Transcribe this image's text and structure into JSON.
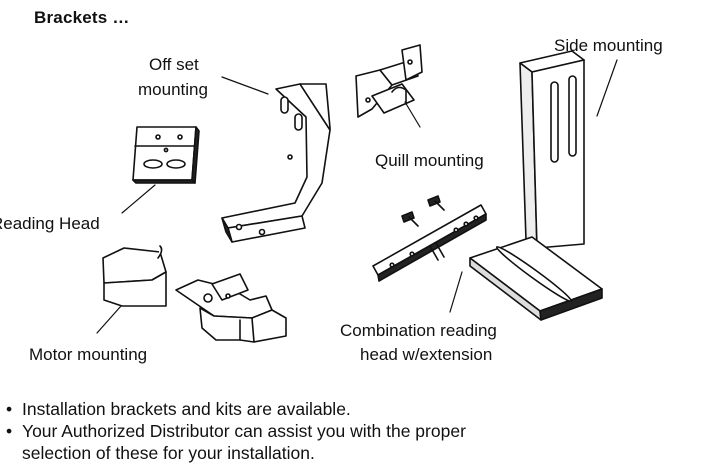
{
  "title": "Brackets …",
  "labels": {
    "offset_line1": "Off set",
    "offset_line2": "mounting",
    "side": "Side mounting",
    "quill": "Quill mounting",
    "reading_head": "Reading Head",
    "motor": "Motor mounting",
    "combination_line1": "Combination reading",
    "combination_line2": "head w/extension"
  },
  "bullets": [
    "Installation brackets and kits are available.",
    "Your Authorized Distributor can assist you with the proper",
    "selection of these for your installation."
  ]
}
